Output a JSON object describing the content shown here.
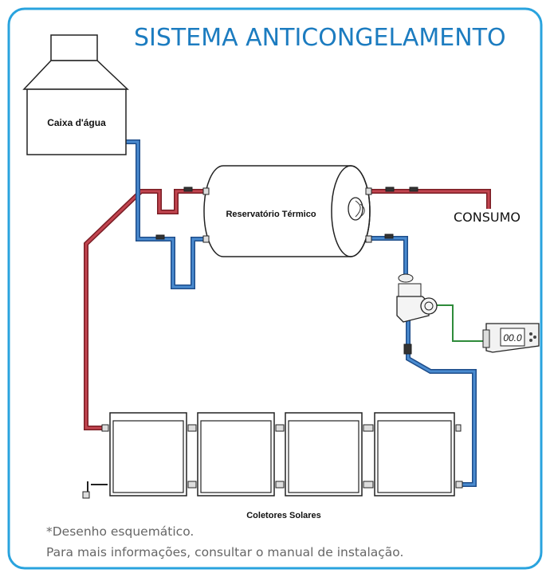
{
  "title": "SISTEMA ANTICONGELAMENTO",
  "labels": {
    "water_tank": "Caixa d'água",
    "thermal_reservoir": "Reservatório Térmico",
    "consumption": "CONSUMO",
    "solar_collectors": "Coletores Solares",
    "controller_display": "00.0"
  },
  "notes": {
    "line1": "*Desenho esquemático.",
    "line2": "Para mais informações, consultar o manual de instalação."
  },
  "colors": {
    "frame": "#29a3de",
    "title": "#1c7cc0",
    "hot_pipe": "#b0323c",
    "cold_pipe": "#2f6fb7",
    "signal_wire": "#2e8b3a"
  }
}
